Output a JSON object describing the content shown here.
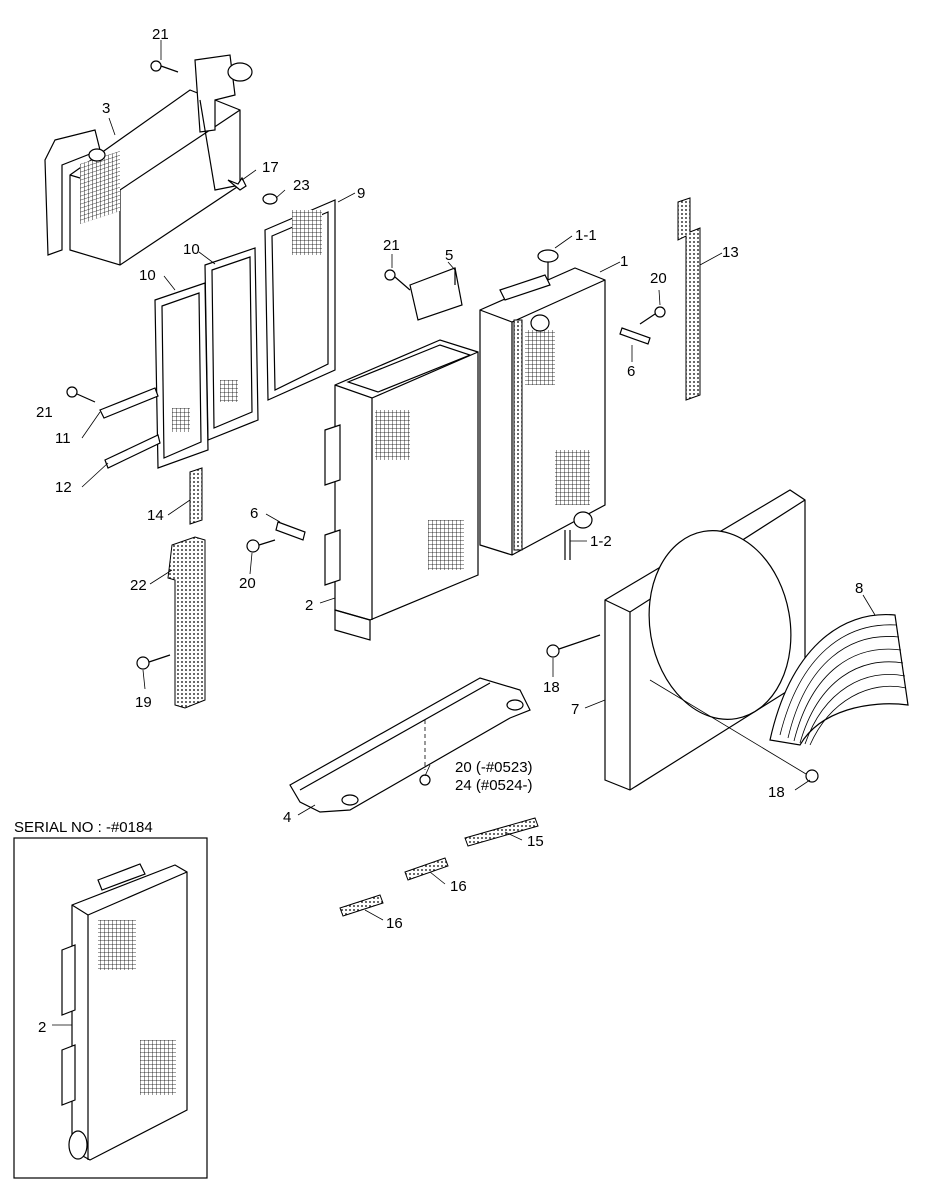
{
  "callouts": {
    "c21a": "21",
    "c3": "3",
    "c17": "17",
    "c23": "23",
    "c9": "9",
    "c10a": "10",
    "c10b": "10",
    "c21b": "21",
    "c5": "5",
    "c1_1": "1-1",
    "c1": "1",
    "c13": "13",
    "c20a": "20",
    "c6a": "6",
    "c21c": "21",
    "c11": "11",
    "c12": "12",
    "c14": "14",
    "c6b": "6",
    "c20b": "20",
    "c22": "22",
    "c2": "2",
    "c1_2": "1-2",
    "c8": "8",
    "c18a": "18",
    "c7": "7",
    "c19": "19",
    "c20c": "20 (-#0523)",
    "c24": "24 (#0524-)",
    "c18b": "18",
    "c4": "4",
    "c15": "15",
    "c16a": "16",
    "c16b": "16",
    "c2inset": "2"
  },
  "inset": {
    "title": "SERIAL NO : -#0184"
  }
}
